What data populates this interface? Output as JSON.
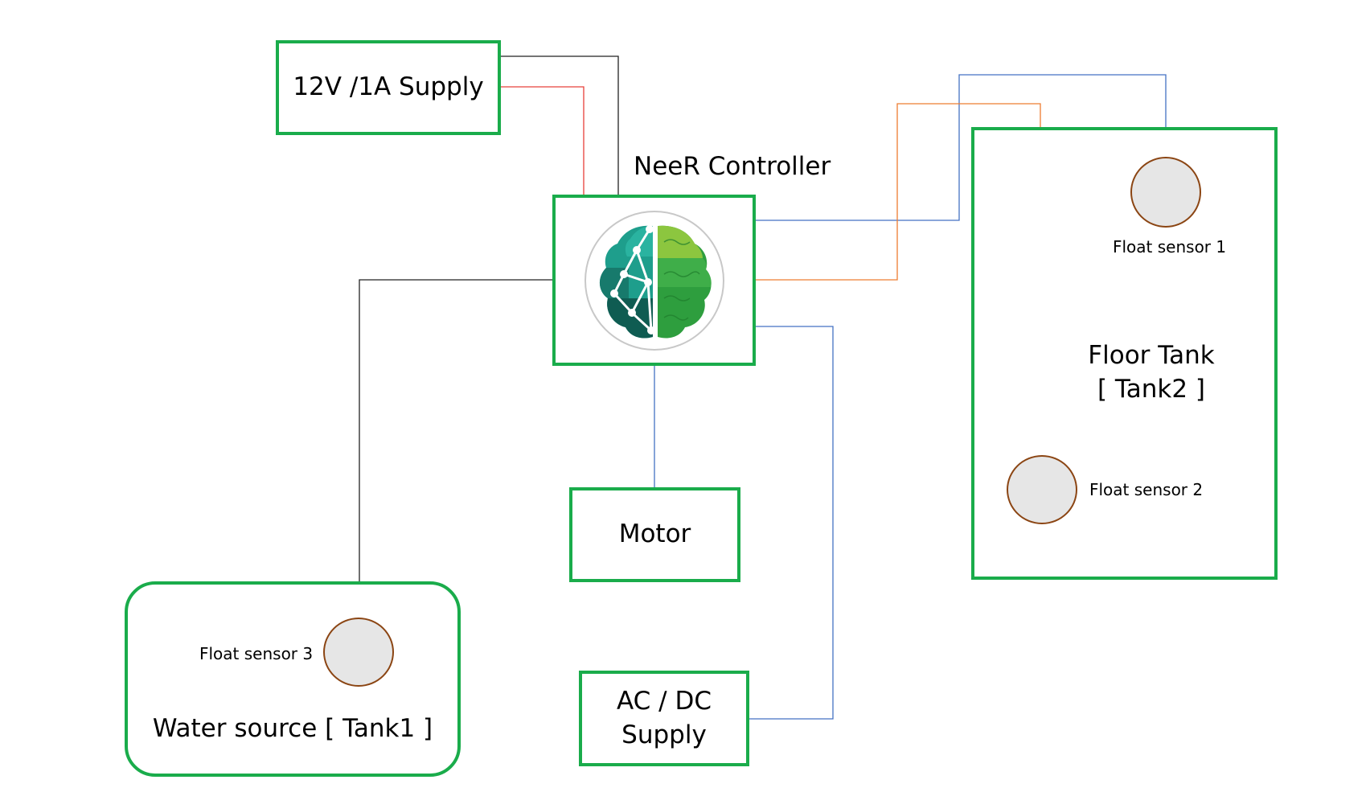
{
  "supply_12v": {
    "label": "12V /1A Supply"
  },
  "controller": {
    "title": "NeeR Controller",
    "logo_icon": "brain-logo-icon"
  },
  "motor": {
    "label": "Motor"
  },
  "ac_dc": {
    "label": "AC / DC\nSupply"
  },
  "tank1": {
    "label": "Water source [ Tank1 ]"
  },
  "tank2": {
    "label": "Floor Tank\n[ Tank2 ]"
  },
  "sensors": {
    "s1": "Float sensor 1",
    "s2": "Float sensor 2",
    "s3": "Float sensor 3"
  },
  "colors": {
    "box_border": "#1aac4b",
    "wire_black": "#222222",
    "wire_red": "#e8403a",
    "wire_blue": "#4472c4",
    "wire_orange": "#ed7d31",
    "sensor_border": "#8b4513",
    "sensor_fill": "#e6e6e6"
  }
}
